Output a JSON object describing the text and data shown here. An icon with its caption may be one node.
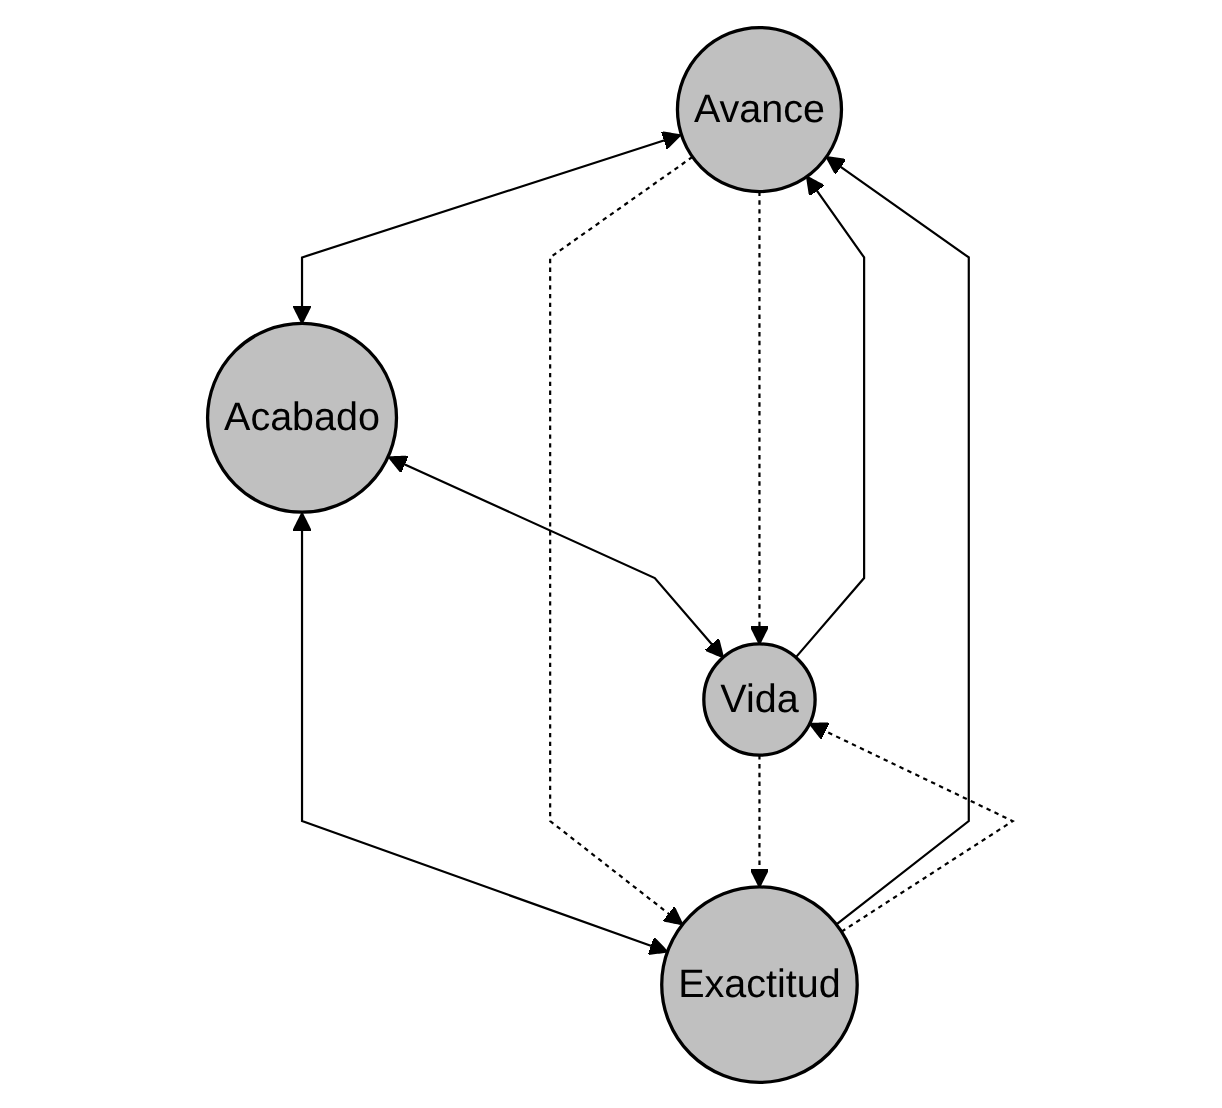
{
  "diagram": {
    "nodes": [
      {
        "text": [
          "Avance"
        ]
      },
      {
        "text": [
          "Acabado"
        ]
      },
      {
        "text": [
          "Vida"
        ]
      },
      {
        "text": [
          "Exactitud"
        ]
      }
    ],
    "edges": [
      {
        "from": 0,
        "to": 1,
        "arrow": "both"
      },
      {
        "from": 1,
        "to": 2,
        "arrow": "both"
      },
      {
        "from": 1,
        "to": 3,
        "arrow": "both"
      },
      {
        "from": 2,
        "to": 0,
        "arrow": "to"
      },
      {
        "from": 3,
        "to": 0,
        "arrow": "to"
      },
      {
        "from": 0,
        "to": 2,
        "arrow": "to",
        "style": "dashed"
      },
      {
        "from": 0,
        "to": 3,
        "arrow": "to",
        "style": "dashed"
      },
      {
        "from": 2,
        "to": 3,
        "arrow": "to",
        "style": "dashed"
      },
      {
        "from": 3,
        "to": 2,
        "arrow": "to",
        "style": "dashed"
      }
    ]
  }
}
